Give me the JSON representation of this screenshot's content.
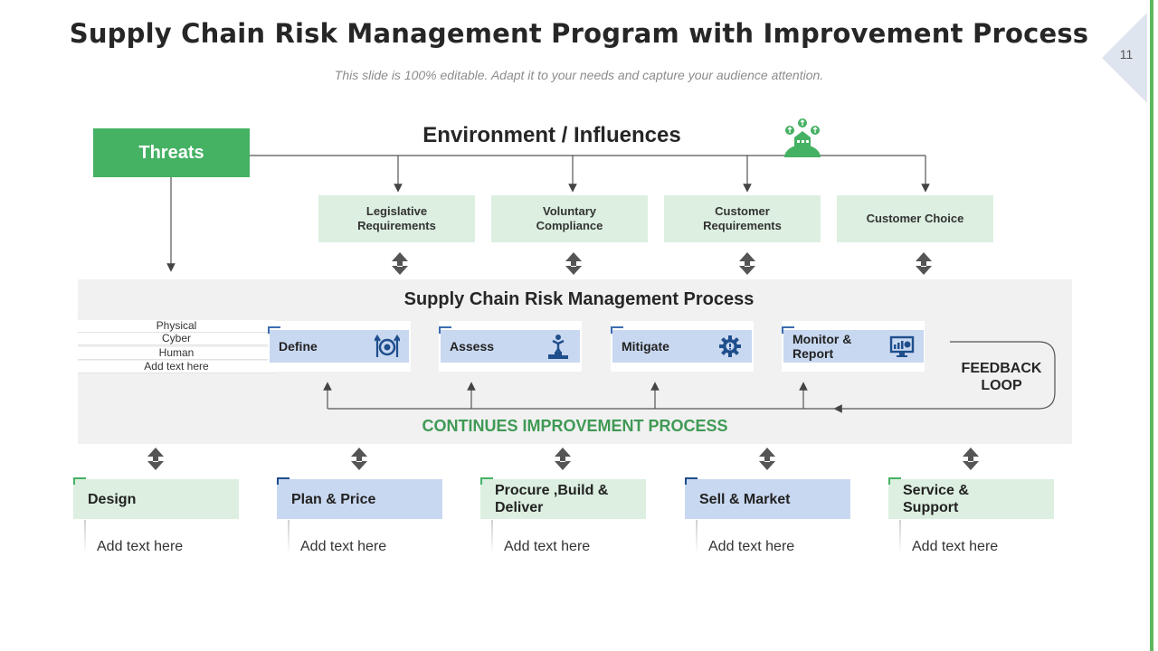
{
  "header": {
    "title": "Supply Chain Risk Management Program with Improvement Process",
    "subtitle": "This slide is 100% editable. Adapt it to your needs and capture your audience attention.",
    "page_number": "11"
  },
  "threats": {
    "label": "Threats"
  },
  "environment": {
    "title": "Environment / Influences",
    "icon": "community-globe-icon",
    "influences": [
      {
        "label": "Legislative Requirements"
      },
      {
        "label": "Voluntary Compliance"
      },
      {
        "label": "Customer Requirements"
      },
      {
        "label": "Customer Choice"
      }
    ]
  },
  "process": {
    "title": "Supply Chain Risk Management Process",
    "threat_types": [
      "Physical",
      "Cyber",
      "Human",
      "Add text here"
    ],
    "steps": [
      {
        "label": "Define",
        "icon": "target-arrows-icon"
      },
      {
        "label": "Assess",
        "icon": "podium-person-icon"
      },
      {
        "label": "Mitigate",
        "icon": "gear-icon"
      },
      {
        "label": "Monitor & Report",
        "icon": "monitor-chart-icon"
      }
    ],
    "feedback_label": "FEEDBACK LOOP",
    "improvement_label": "CONTINUES IMPROVEMENT PROCESS"
  },
  "stages": [
    {
      "label": "Design",
      "text": "Add text here",
      "color": "green"
    },
    {
      "label": "Plan & Price",
      "text": "Add text here",
      "color": "blue"
    },
    {
      "label": "Procure ,Build & Deliver",
      "text": "Add text here",
      "color": "green"
    },
    {
      "label": "Sell & Market",
      "text": "Add text here",
      "color": "blue"
    },
    {
      "label": "Service & Support",
      "text": "Add text here",
      "color": "green"
    }
  ],
  "colors": {
    "green": "#45b163",
    "light_green": "#dcefe0",
    "light_blue": "#c8d8f0",
    "dark_blue": "#1f4e8c",
    "text_green": "#3f9a55"
  }
}
